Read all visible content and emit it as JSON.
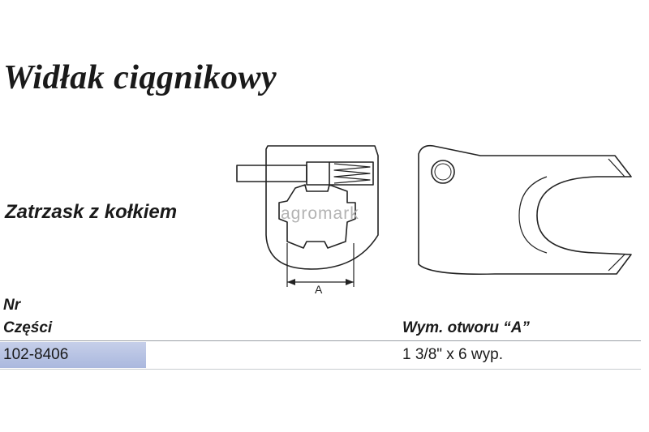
{
  "title": "Widłak ciągnikowy",
  "subtitle": "Zatrzask z kołkiem",
  "drawing": {
    "dimension_label": "A",
    "watermark": "agromark"
  },
  "table": {
    "part_header_line1": "Nr",
    "part_header_line2": "Części",
    "dimension_header": "Wym. otworu “A”",
    "rows": [
      {
        "part_no": "102-8406",
        "dimension": "1 3/8\" x 6 wyp."
      }
    ]
  }
}
